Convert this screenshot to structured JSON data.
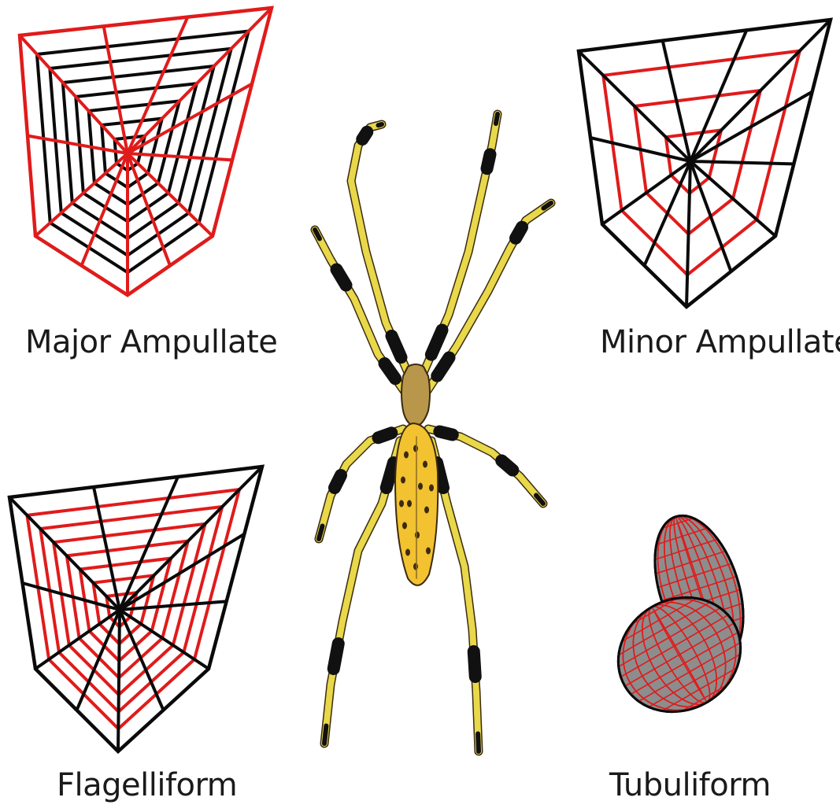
{
  "panels": {
    "major_ampullate": {
      "label": "Major Ampullate"
    },
    "minor_ampullate": {
      "label": "Minor Ampullate"
    },
    "flagelliform": {
      "label": "Flagelliform"
    },
    "tubuliform": {
      "label": "Tubuliform"
    }
  },
  "colors": {
    "highlight_silk": "#e01b1b",
    "other_silk": "#0a0a0a",
    "spider_body_yellow": "#f2c230",
    "spider_leg_yellow": "#e8d84a",
    "spider_leg_band": "#111111",
    "egg_case_fill": "#8d8d8d"
  }
}
